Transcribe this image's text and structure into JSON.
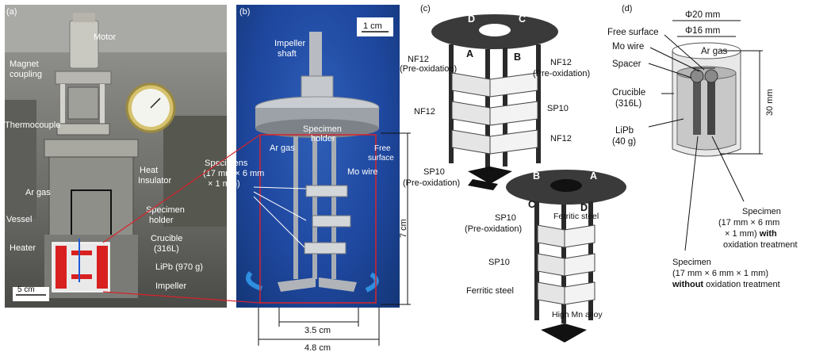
{
  "panel_a": {
    "id": "(a)",
    "labels": {
      "motor": "Motor",
      "magnet_coupling_1": "Magnet",
      "magnet_coupling_2": "coupling",
      "thermocouple": "Thermocouple",
      "heat_insulator_1": "Heat",
      "heat_insulator_2": "Insulator",
      "ar_gas": "Ar gas",
      "vessel": "Vessel",
      "specimen_holder_1": "Specimen",
      "specimen_holder_2": "holder",
      "crucible_1": "Crucible",
      "crucible_2": "(316L)",
      "heater": "Heater",
      "lipb": "LiPb (970 g)",
      "impeller": "Impeller",
      "scale": "5 cm"
    }
  },
  "panel_b": {
    "id": "(b)",
    "labels": {
      "scale": "1 cm",
      "impeller_shaft_1": "Impeller",
      "impeller_shaft_2": "shaft",
      "specimen_holder_1": "Specimen",
      "specimen_holder_2": "holder",
      "ar_gas": "Ar gas",
      "free_surface_1": "Free",
      "free_surface_2": "surface",
      "specimens_1": "Specimens",
      "specimens_2": "(17 mm × 6 mm",
      "specimens_3": "× 1 mm)",
      "mo_wire": "Mo wire",
      "height": "7 cm",
      "width_inner": "3.5 cm",
      "width_outer": "4.8 cm"
    }
  },
  "panel_c": {
    "id": "(c)",
    "top_disk": {
      "left": "D",
      "right": "C"
    },
    "top_posts": {
      "left": "A",
      "right": "B"
    },
    "bottom_disk": {
      "left": "B",
      "right": "A"
    },
    "bottom_posts": {
      "left": "C",
      "right": "D"
    },
    "labels": {
      "nf12_pre_left_1": "NF12",
      "nf12_pre_left_2": "(Pre-oxidation)",
      "nf12_pre_right_1": "NF12",
      "nf12_pre_right_2": "(Pre-oxidation)",
      "nf12_left": "NF12",
      "sp10_right": "SP10",
      "nf12_right": "NF12",
      "sp10_pre_1": "SP10",
      "sp10_pre_2": "(Pre-oxidation)",
      "b_sp10_pre_1": "SP10",
      "b_sp10_pre_2": "(Pre-oxidation)",
      "b_sp10": "SP10",
      "b_ferritic_left": "Ferritic steel",
      "b_ferritic_right": "Ferritic steel",
      "b_high_mn": "High Mn alloy"
    }
  },
  "panel_d": {
    "id": "(d)",
    "labels": {
      "outer_dia": "Φ20 mm",
      "inner_dia": "Φ16 mm",
      "free_surface": "Free surface",
      "ar_gas": "Ar gas",
      "mo_wire": "Mo wire",
      "spacer": "Spacer",
      "crucible_1": "Crucible",
      "crucible_2": "(316L)",
      "lipb_1": "LiPb",
      "lipb_2": "(40 g)",
      "height": "30 mm",
      "spec_with_1": "Specimen",
      "spec_with_2": "(17 mm × 6 mm",
      "spec_with_3a": "× 1 mm) ",
      "spec_with_3b": "with",
      "spec_with_4": "oxidation treatment",
      "spec_without_1": "Specimen",
      "spec_without_2": "(17 mm × 6 mm × 1 mm)",
      "spec_without_3a": "without",
      "spec_without_3b": " oxidation treatment"
    }
  }
}
